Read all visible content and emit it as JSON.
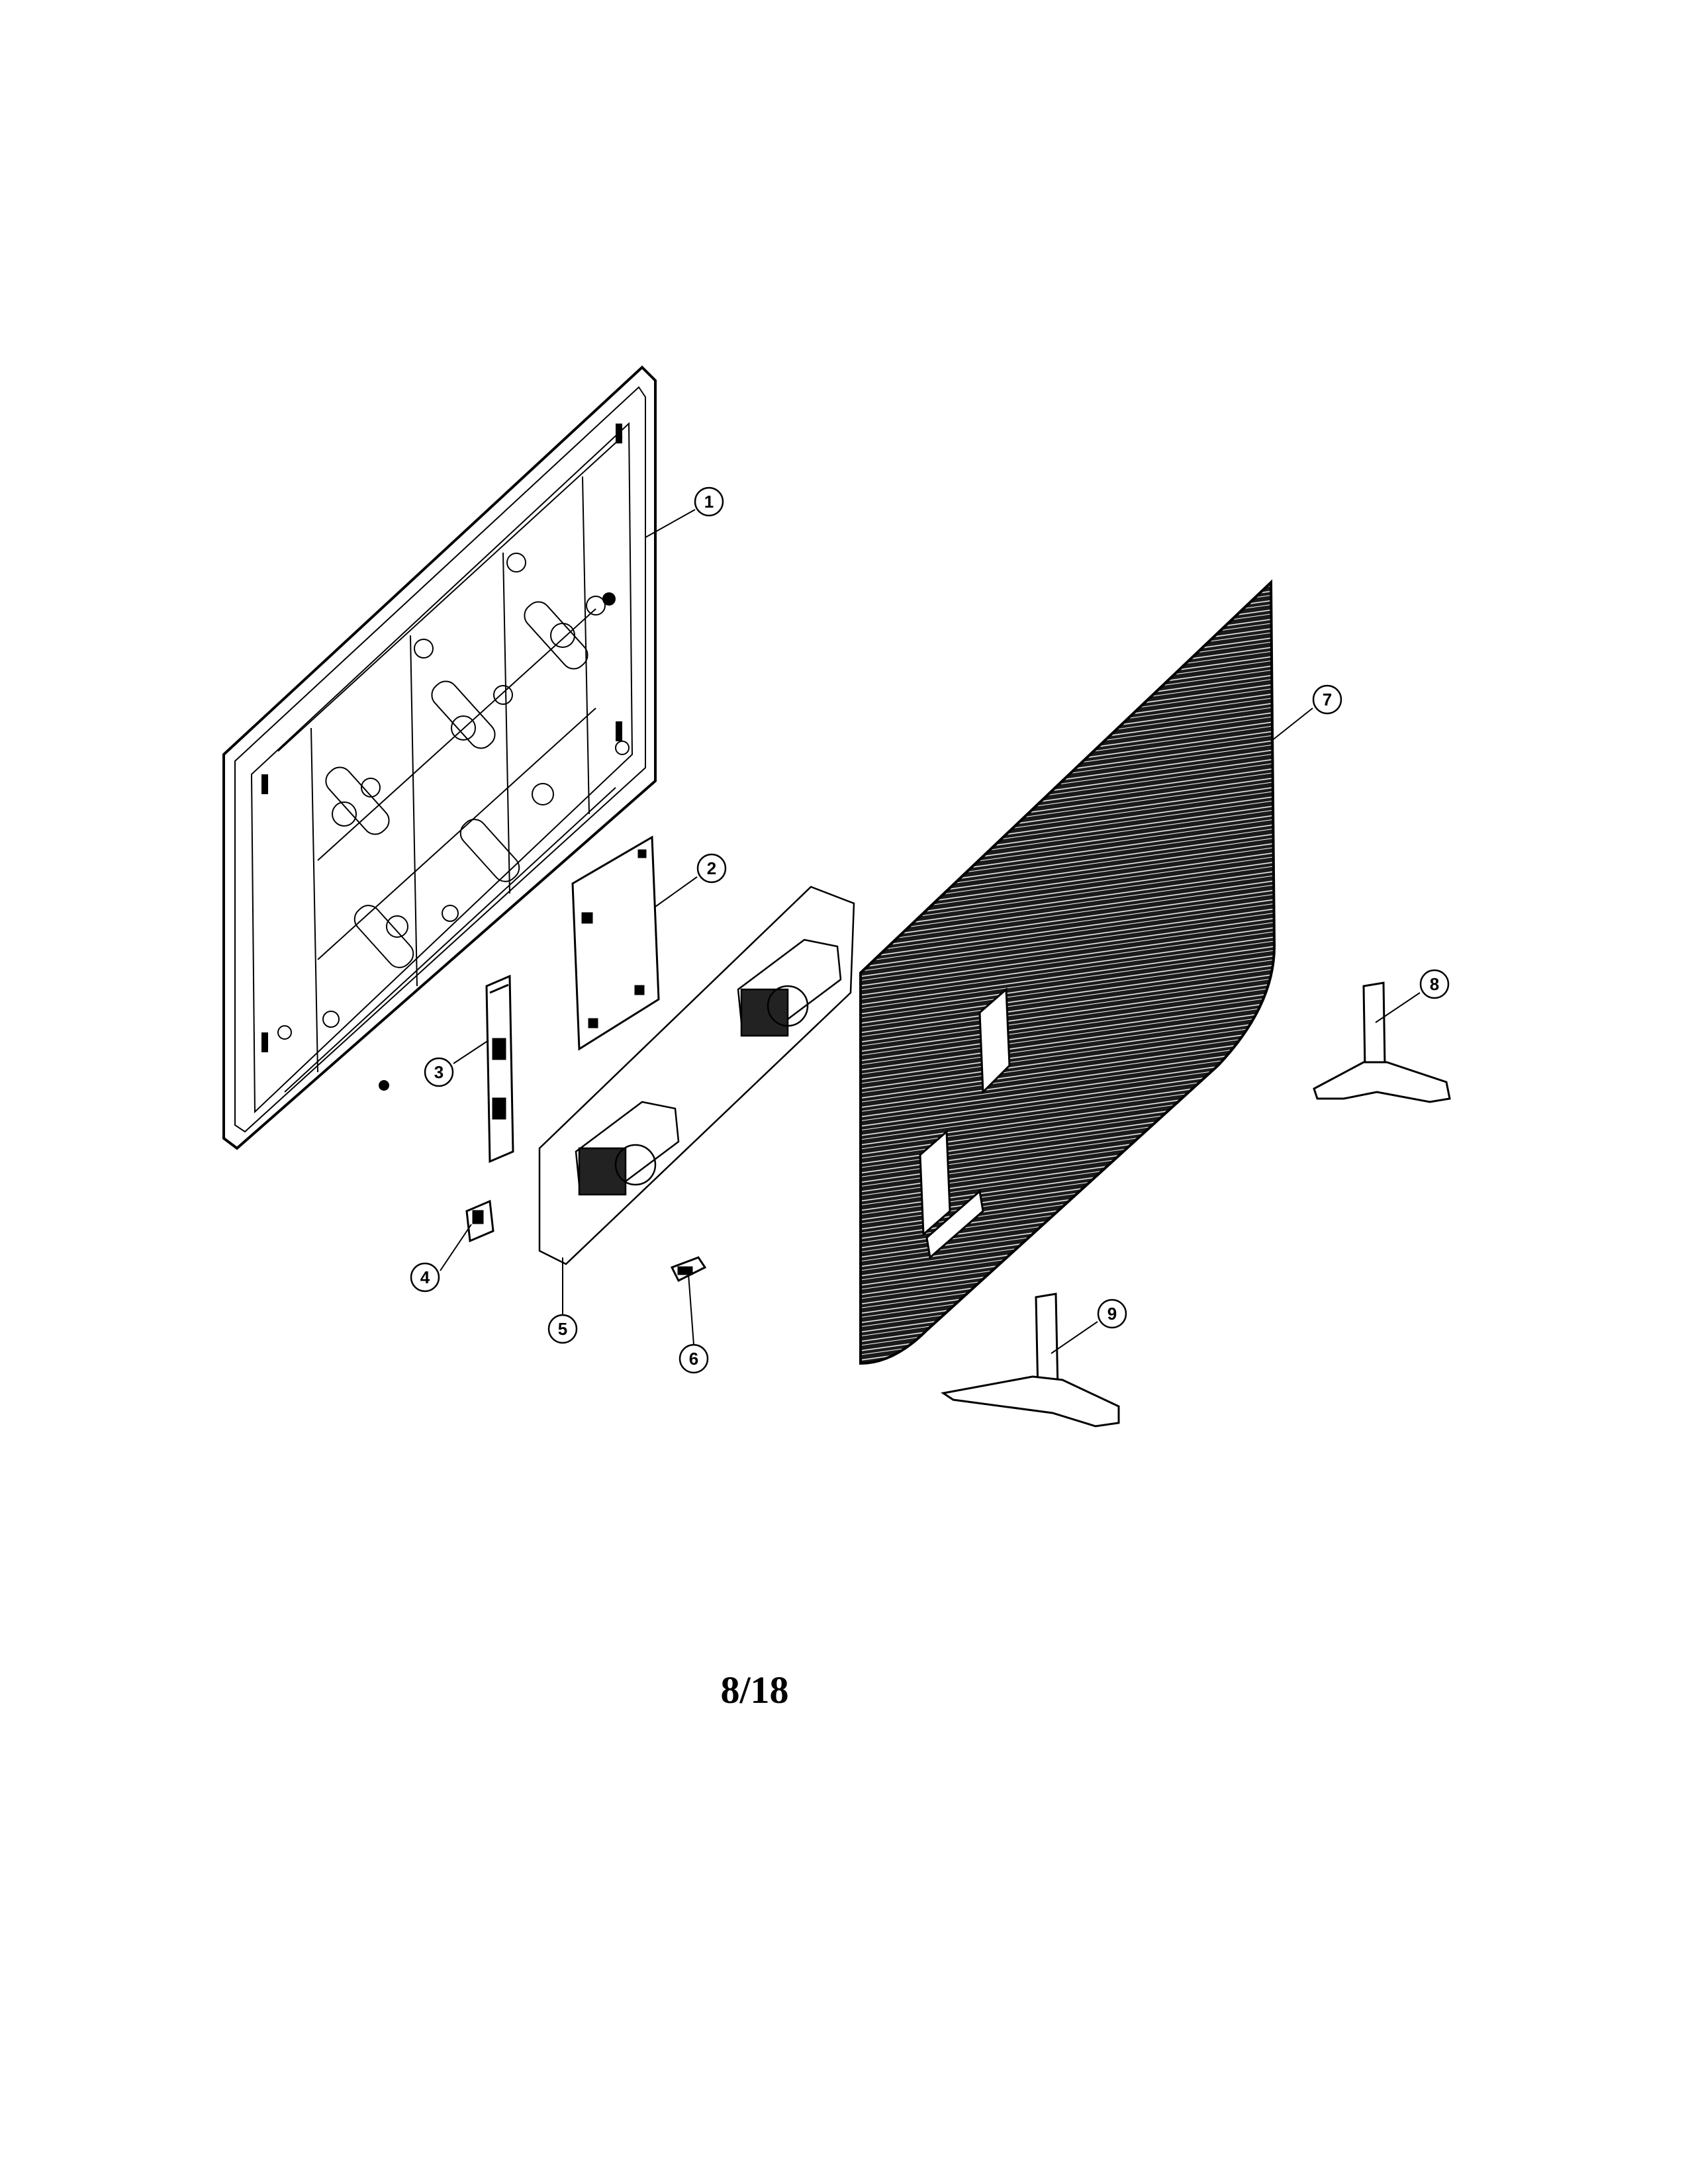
{
  "page_number": "8/18",
  "callouts": [
    {
      "id": "1",
      "label": "1"
    },
    {
      "id": "2",
      "label": "2"
    },
    {
      "id": "3",
      "label": "3"
    },
    {
      "id": "4",
      "label": "4"
    },
    {
      "id": "5",
      "label": "5"
    },
    {
      "id": "6",
      "label": "6"
    },
    {
      "id": "7",
      "label": "7"
    },
    {
      "id": "8",
      "label": "8"
    },
    {
      "id": "9",
      "label": "9"
    }
  ],
  "colors": {
    "ink": "#000000",
    "paper": "#ffffff",
    "shade": "#1a1a1a"
  }
}
